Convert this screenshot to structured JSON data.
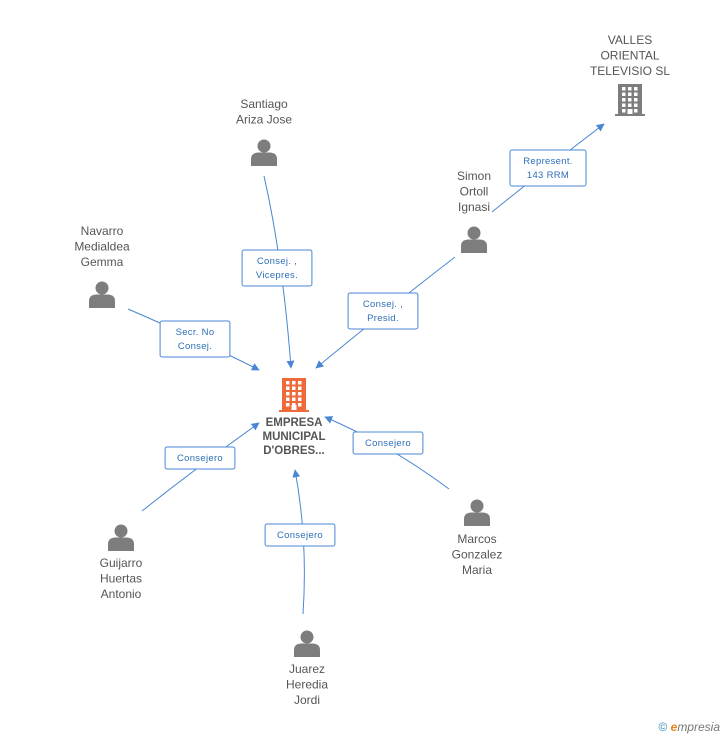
{
  "colors": {
    "edge": "#4a86d4",
    "person": "#7d7d7d",
    "company": "#7d7d7d",
    "center_company": "#ee6a3a",
    "label_border": "#4a86d4",
    "label_text": "#2f6fb8"
  },
  "center": {
    "name_lines": [
      "EMPRESA",
      "MUNICIPAL",
      "D'OBRES..."
    ],
    "icon": "building-icon"
  },
  "nodes": [
    {
      "id": "santiago",
      "kind": "person",
      "icon": "person-icon",
      "lines": [
        "Santiago",
        "Ariza Jose"
      ]
    },
    {
      "id": "navarro",
      "kind": "person",
      "icon": "person-icon",
      "lines": [
        "Navarro",
        "Medialdea",
        "Gemma"
      ]
    },
    {
      "id": "simon",
      "kind": "person",
      "icon": "person-icon",
      "lines": [
        "Simon",
        "Ortoll",
        "Ignasi"
      ]
    },
    {
      "id": "valles",
      "kind": "company",
      "icon": "building-icon",
      "lines": [
        "VALLES",
        "ORIENTAL",
        "TELEVISIO SL"
      ]
    },
    {
      "id": "guijarro",
      "kind": "person",
      "icon": "person-icon",
      "lines": [
        "Guijarro",
        "Huertas",
        "Antonio"
      ]
    },
    {
      "id": "marcos",
      "kind": "person",
      "icon": "person-icon",
      "lines": [
        "Marcos",
        "Gonzalez",
        "Maria"
      ]
    },
    {
      "id": "juarez",
      "kind": "person",
      "icon": "person-icon",
      "lines": [
        "Juarez",
        "Heredia",
        "Jordi"
      ]
    }
  ],
  "edges": [
    {
      "id": "e-santiago",
      "from": "santiago",
      "to": "center",
      "label": [
        "Consej. ,",
        "Vicepres."
      ]
    },
    {
      "id": "e-navarro",
      "from": "navarro",
      "to": "center",
      "label": [
        "Secr.  No",
        "Consej."
      ]
    },
    {
      "id": "e-simon",
      "from": "simon",
      "to": "center",
      "label": [
        "Consej. ,",
        "Presid."
      ]
    },
    {
      "id": "e-valles",
      "from": "simon",
      "to": "valles",
      "label": [
        "Represent.",
        "143 RRM"
      ]
    },
    {
      "id": "e-guijarro",
      "from": "guijarro",
      "to": "center",
      "label": [
        "Consejero"
      ]
    },
    {
      "id": "e-marcos",
      "from": "marcos",
      "to": "center",
      "label": [
        "Consejero"
      ]
    },
    {
      "id": "e-juarez",
      "from": "juarez",
      "to": "center",
      "label": [
        "Consejero"
      ]
    }
  ],
  "footer": {
    "symbol": "©",
    "brand_e": "e",
    "brand_rest": "mpresia"
  }
}
